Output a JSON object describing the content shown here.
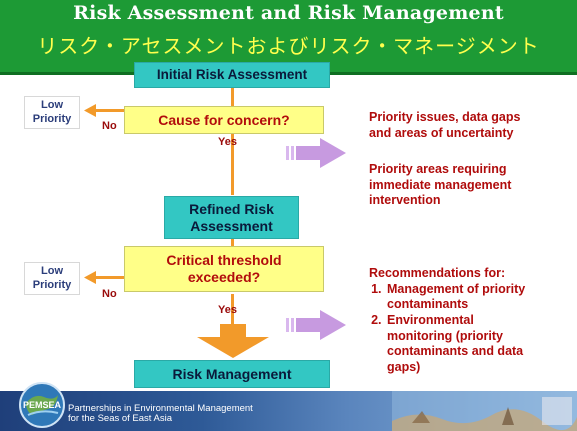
{
  "header": {
    "title_en": "Risk Assessment and Risk Management",
    "title_ja": "リスク・アセスメントおよびリスク・マネージメント"
  },
  "flow": {
    "initial": "Initial Risk Assessment",
    "cause": "Cause for concern?",
    "refined_line1": "Refined Risk",
    "refined_line2": "Assessment",
    "critical_line1": "Critical threshold",
    "critical_line2": "exceeded?",
    "risk_management": "Risk Management",
    "yes1": "Yes",
    "yes2": "Yes",
    "no1": "No",
    "no2": "No",
    "low1_line1": "Low",
    "low1_line2": "Priority",
    "low2_line1": "Low",
    "low2_line2": "Priority"
  },
  "notes": {
    "priority_issues_1": "Priority issues, data gaps",
    "priority_issues_2": "and areas of uncertainty",
    "priority_areas_1": "Priority areas requiring",
    "priority_areas_2": "immediate management",
    "priority_areas_3": "intervention",
    "recs_heading": "Recommendations for:",
    "rec_item1_a": "Management of priority",
    "rec_item1_b": "contaminants",
    "rec_item2_a": "Environmental",
    "rec_item2_b": "monitoring (priority",
    "rec_item2_c": "contaminants and data",
    "rec_item2_d": "gaps)"
  },
  "footer": {
    "logo_text": "PEMSEA",
    "line1": "Partnerships in Environmental Management",
    "line2": "for the Seas of East Asia"
  },
  "colors": {
    "header_green": "#1d9a35",
    "title_yellow": "#ffff4d",
    "teal_box": "#33c7c3",
    "decision_yellow": "#ffff88",
    "arrow_orange": "#f29a2a",
    "arrow_purple": "#c79ae0",
    "text_red": "#b00c0c"
  }
}
